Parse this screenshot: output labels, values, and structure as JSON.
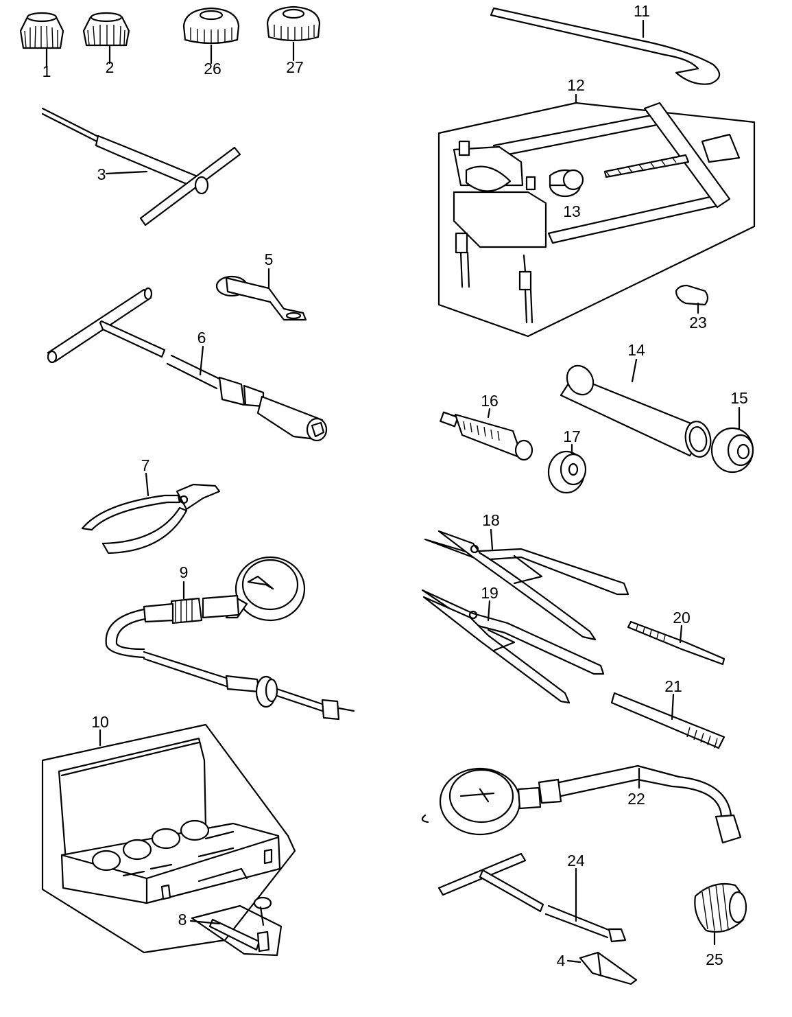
{
  "diagram": {
    "labels": {
      "p1": "1",
      "p2": "2",
      "p3": "3",
      "p4": "4",
      "p5": "5",
      "p6": "6",
      "p7": "7",
      "p8": "8",
      "p9": "9",
      "p10": "10",
      "p11": "11",
      "p12": "12",
      "p13": "13",
      "p14": "14",
      "p15": "15",
      "p16": "16",
      "p17": "17",
      "p18": "18",
      "p19": "19",
      "p20": "20",
      "p21": "21",
      "p22": "22",
      "p23": "23",
      "p24": "24",
      "p25": "25",
      "p26": "26",
      "p27": "27"
    }
  }
}
